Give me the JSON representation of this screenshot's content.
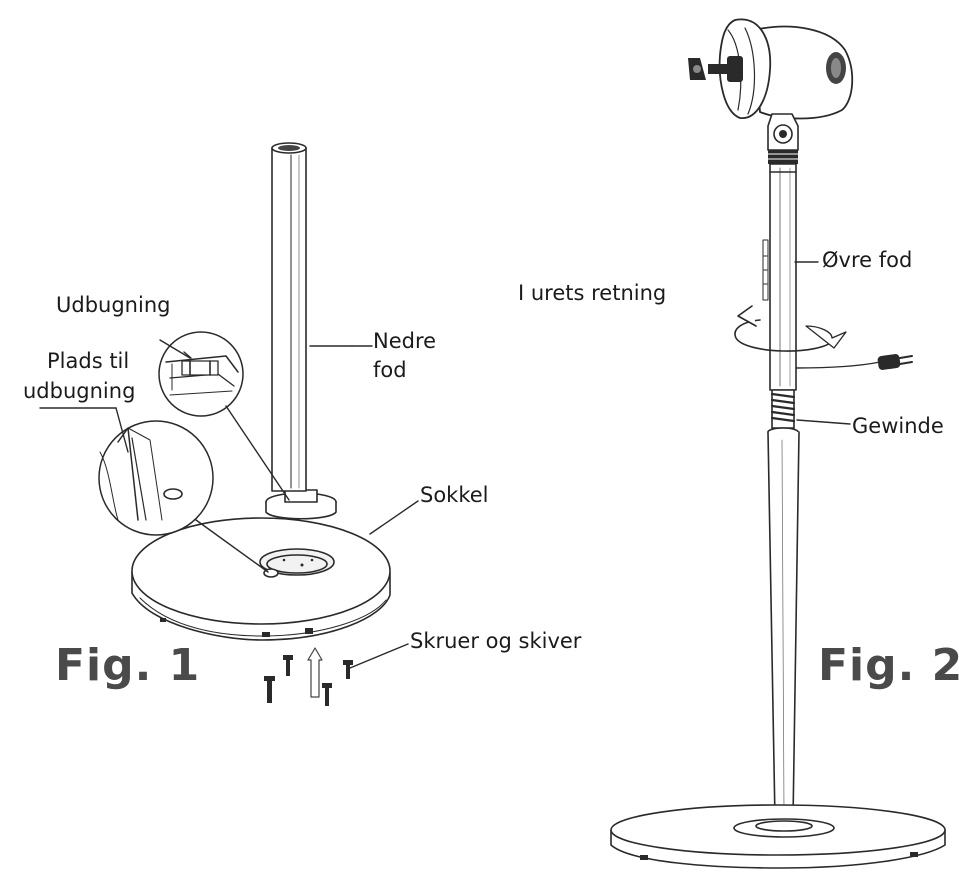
{
  "figure_1": {
    "caption": "Fig. 1",
    "labels": {
      "bulge": "Udbugning",
      "bulge_slot_line1": "Plads til",
      "bulge_slot_line2": "udbugning",
      "lower_pole_line1": "Nedre",
      "lower_pole_line2": "fod",
      "base": "Sokkel",
      "screws": "Skruer og skiver"
    }
  },
  "figure_2": {
    "caption": "Fig. 2",
    "labels": {
      "clockwise": "I urets retning",
      "upper_pole": "Øvre fod",
      "thread": "Gewinde"
    }
  }
}
